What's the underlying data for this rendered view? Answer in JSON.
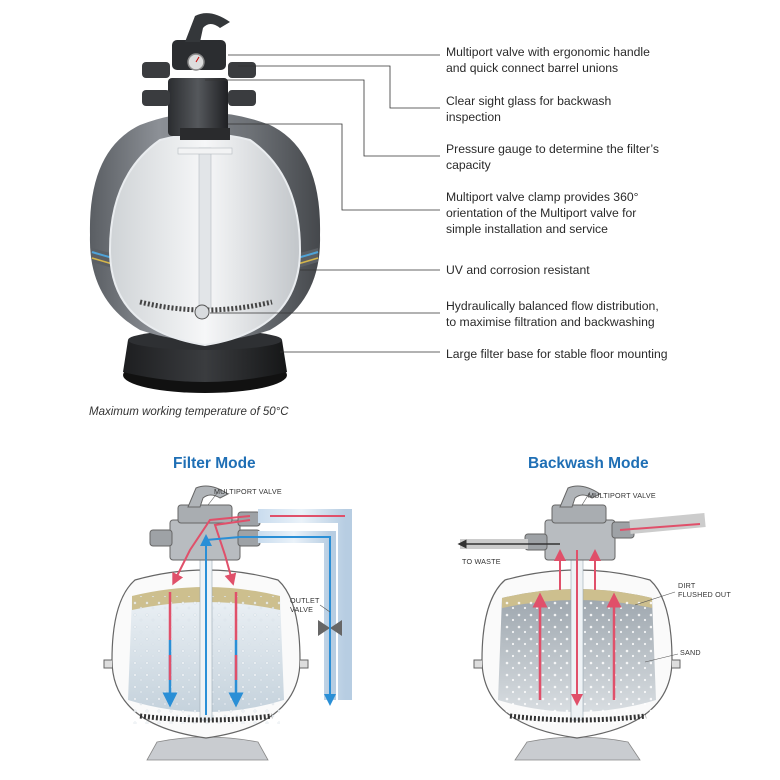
{
  "callouts": [
    {
      "line1": "Multiport valve with ergonomic handle",
      "line2": "and quick connect barrel unions"
    },
    {
      "line1": "Clear sight glass for backwash",
      "line2": "inspection"
    },
    {
      "line1": "Pressure gauge to determine the filter’s",
      "line2": "capacity"
    },
    {
      "line1": "Multiport valve clamp provides 360°",
      "line2": "orientation of the Multiport valve for",
      "line3": "simple installation and service"
    },
    {
      "line1": "UV and corrosion resistant"
    },
    {
      "line1": "Hydraulically balanced flow distribution,",
      "line2": "to maximise filtration and backwashing"
    },
    {
      "line1": "Large filter base for stable floor mounting"
    }
  ],
  "note": "Maximum working temperature of 50°C",
  "filter_mode": {
    "title": "Filter Mode",
    "multiport_label": "MULTIPORT VALVE",
    "outlet_label_1": "OUTLET",
    "outlet_label_2": "VALVE"
  },
  "backwash_mode": {
    "title": "Backwash Mode",
    "multiport_label": "MULTIPORT VALVE",
    "waste_label": "TO WASTE",
    "dirt_label_1": "DIRT",
    "dirt_label_2": "FLUSHED OUT",
    "sand_label": "SAND"
  },
  "colors": {
    "title_blue": "#1f6fb5",
    "flow_red": "#e0506a",
    "flow_blue": "#2a8fd6"
  }
}
